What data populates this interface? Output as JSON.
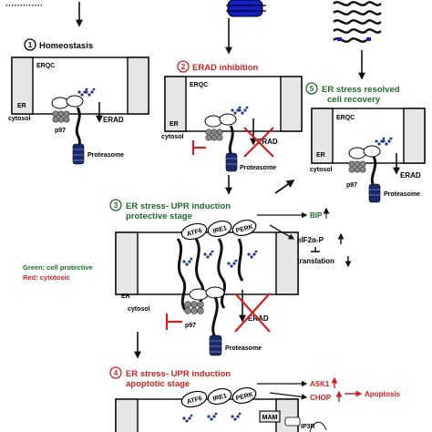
{
  "stages": {
    "homeostasis": {
      "number": "1",
      "title": "Homeostasis"
    },
    "erad_inhibition": {
      "number": "2",
      "title": "ERAD inhibition"
    },
    "recovery": {
      "number": "5",
      "title_line1": "ER stress resolved",
      "title_line2": "cell recovery"
    },
    "protective": {
      "number": "3",
      "title_line1": "ER stress- UPR induction",
      "title_line2": "protective stage"
    },
    "apoptotic": {
      "number": "4",
      "title_line1": "ER stress- UPR induction",
      "title_line2": "apoptotic stage"
    }
  },
  "labels": {
    "erqc": "ERQC",
    "er": "ER",
    "cytosol": "cytosol",
    "p97": "p97",
    "proteasome": "Proteasome",
    "erad": "ERAD",
    "atf6": "ATF6",
    "ire1": "IRE1",
    "perk": "PERK",
    "mam": "MAM",
    "ip3r": "IP3R"
  },
  "upr_outputs": {
    "bip": "BIP",
    "eif2a": "eIF2α-P",
    "translation": "translation",
    "ask1": "ASK1",
    "chop": "CHOP",
    "apoptosis": "Apoptosis"
  },
  "legend": {
    "green": "Green: cell protective",
    "red": "Red: cytotoxic"
  },
  "colors": {
    "green": "#1f6b2e",
    "red": "#d42020",
    "blue": "#1020c8",
    "grey_panel": "#e6e6e6"
  }
}
